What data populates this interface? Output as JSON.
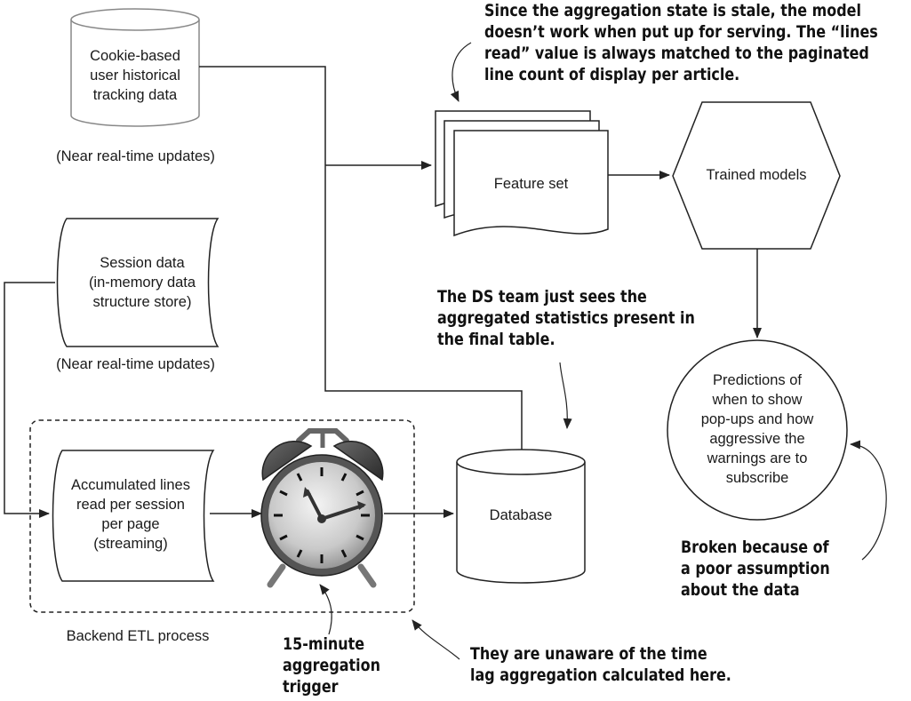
{
  "nodes": {
    "cookie_store": {
      "lines": [
        "Cookie-based",
        "user historical",
        "tracking data"
      ],
      "caption": "(Near real-time updates)"
    },
    "session_store": {
      "lines": [
        "Session data",
        "(in-memory data",
        "structure store)"
      ],
      "caption": "(Near real-time updates)"
    },
    "accumulated_lines": {
      "lines": [
        "Accumulated lines",
        "read per session",
        "per page",
        "(streaming)"
      ]
    },
    "database": {
      "label": "Database"
    },
    "feature_set": {
      "label": "Feature set"
    },
    "trained_models": {
      "label": "Trained models"
    },
    "predictions": {
      "lines": [
        "Predictions of",
        "when to show",
        "pop-ups and how",
        "aggressive the",
        "warnings are to",
        "subscribe"
      ]
    },
    "etl_process": {
      "label": "Backend ETL process"
    },
    "alarm_clock": {
      "icon": "alarm-clock-icon"
    }
  },
  "annotations": {
    "stale_state": [
      "Since the aggregation state is stale, the model",
      "doesn’t work when put up for serving. The “lines",
      "read” value is always matched to the paginated",
      "line count of display per article."
    ],
    "ds_team": [
      "The DS team just sees the",
      "aggregated statistics present in",
      "the final table."
    ],
    "broken": [
      "Broken because of",
      "a poor assumption",
      "about the data"
    ],
    "trigger": [
      "15-minute",
      "aggregation",
      "trigger"
    ],
    "time_lag": [
      "They are unaware of the time",
      "lag aggregation calculated here."
    ]
  },
  "colors": {
    "line": "#222222",
    "shape_fill": "#ffffff",
    "clock_face": "#d6d6d6",
    "clock_dark": "#3a3a3a"
  }
}
